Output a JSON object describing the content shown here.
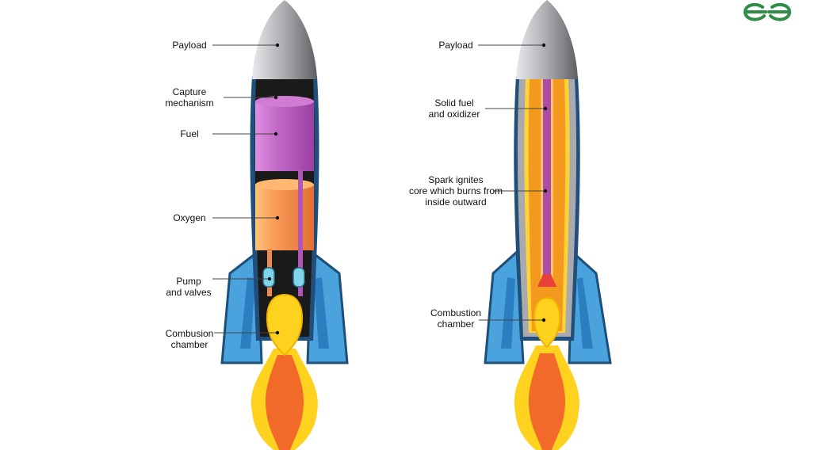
{
  "logo": {
    "icon": "gfg-logo-icon",
    "color": "#2f8d46"
  },
  "liquid_rocket": {
    "labels": {
      "payload": "Payload",
      "capture": "Capture\nmechanism",
      "fuel": "Fuel",
      "oxygen": "Oxygen",
      "pump": "Pump\nand valves",
      "combustion": "Combusion\nchamber"
    }
  },
  "solid_rocket": {
    "labels": {
      "payload": "Payload",
      "solid_fuel": "Solid fuel\nand oxidizer",
      "spark": "Spark ignites\ncore which burns from\ninside outward",
      "combustion": "Combustion\nchamber"
    }
  },
  "colors": {
    "nose_light": "#d8d9dc",
    "nose_dark": "#6c6d71",
    "hull": "#1f4f7a",
    "fin": "#4aa3dd",
    "fin_dark": "#1d6aa4",
    "fuel_tank": "#b056b8",
    "fuel_tank_light": "#e08ee2",
    "oxygen_tank": "#f08a4b",
    "oxygen_tank_light": "#ffc27a",
    "valve": "#7fd6e8",
    "flame_yellow": "#ffd21f",
    "flame_orange": "#f26a2a",
    "solid_orange": "#f39a1e",
    "solid_yellow": "#ffd23a",
    "core": "#b04aa8",
    "spark": "#e8403a"
  }
}
